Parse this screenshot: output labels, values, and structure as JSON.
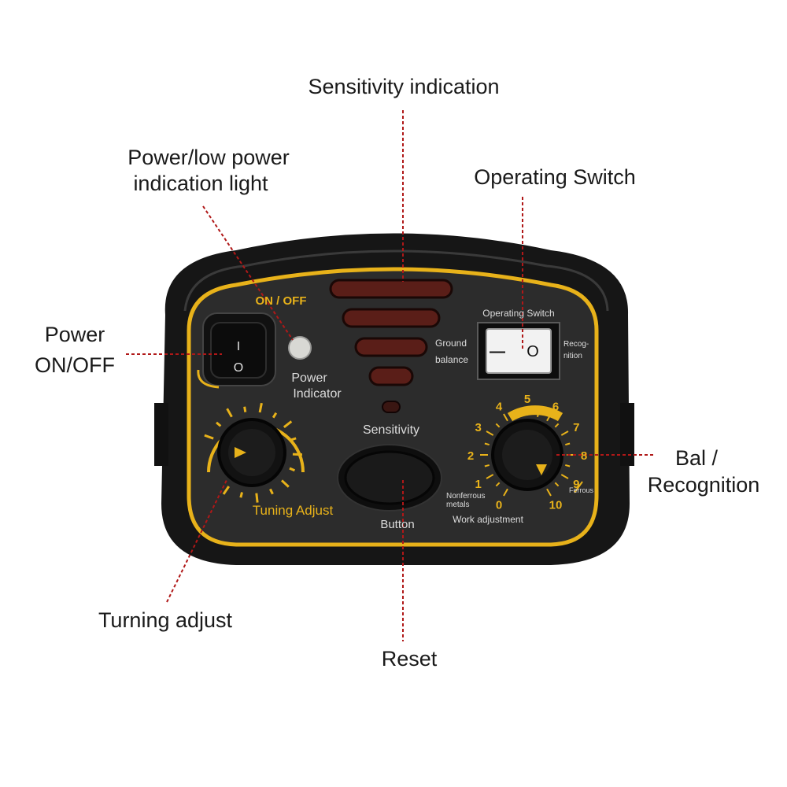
{
  "callouts": {
    "sensitivity_indication": "Sensitivity indication",
    "power_light_line1": "Power/low power",
    "power_light_line2": "indication light",
    "operating_switch": "Operating Switch",
    "power_line1": "Power",
    "power_line2": "ON/OFF",
    "bal_line1": "Bal /",
    "bal_line2": "Recognition",
    "turning_adjust": "Turning adjust",
    "reset": "Reset"
  },
  "panel": {
    "on_off": "ON / OFF",
    "power_indicator_line1": "Power",
    "power_indicator_line2": "Indicator",
    "ground_balance_line1": "Ground",
    "ground_balance_line2": "balance",
    "sensitivity": "Sensitivity",
    "operating_switch": "Operating Switch",
    "recognition_line1": "Recog-",
    "recognition_line2": "nition",
    "switch_off_symbol": "—",
    "switch_on_symbol": "O",
    "rocker_on_symbol": "I",
    "rocker_off_symbol": "O",
    "tuning_adjust": "Tuning Adjust",
    "button": "Button",
    "nonferrous_line1": "Nonferrous",
    "nonferrous_line2": "metals",
    "ferrous": "Ferrous",
    "work_adjustment": "Work adjustment",
    "scale": [
      "0",
      "1",
      "2",
      "3",
      "4",
      "5",
      "6",
      "7",
      "8",
      "9",
      "10"
    ]
  },
  "colors": {
    "accent": "#e8b21a",
    "body": "#1b1b1b",
    "panel": "#2a2a2a",
    "leader": "#b01818"
  }
}
